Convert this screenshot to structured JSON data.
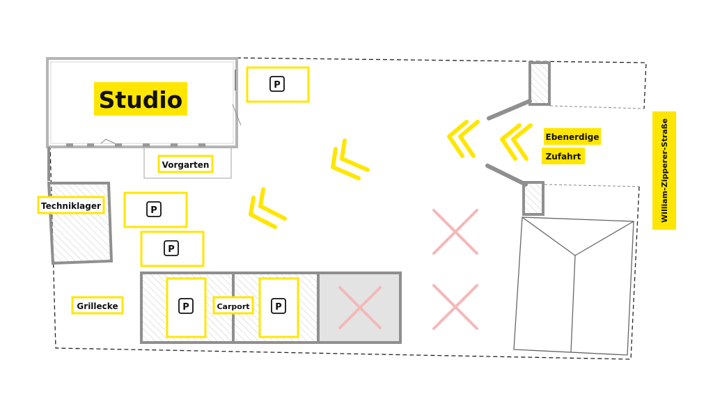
{
  "map": {
    "studio": "Studio",
    "vorgarten": "Vorgarten",
    "techniklager": "Techniklager",
    "grillecke": "Grillecke",
    "carport": "Carport",
    "street": "William-Zipperer-Straße",
    "access_line1": "Ebenerdige",
    "access_line2": "Zufahrt",
    "parking_symbol": "P"
  },
  "colors": {
    "accent": "#ffe600",
    "wall": "#8f8f8f",
    "no_parking": "#f4b8b8",
    "hatch": "#cfcfcf",
    "blocked_fill": "#e3e3e3"
  },
  "icons": {
    "parking": "parking-icon",
    "no_parking": "cross-icon",
    "direction": "chevron-left-icon"
  }
}
